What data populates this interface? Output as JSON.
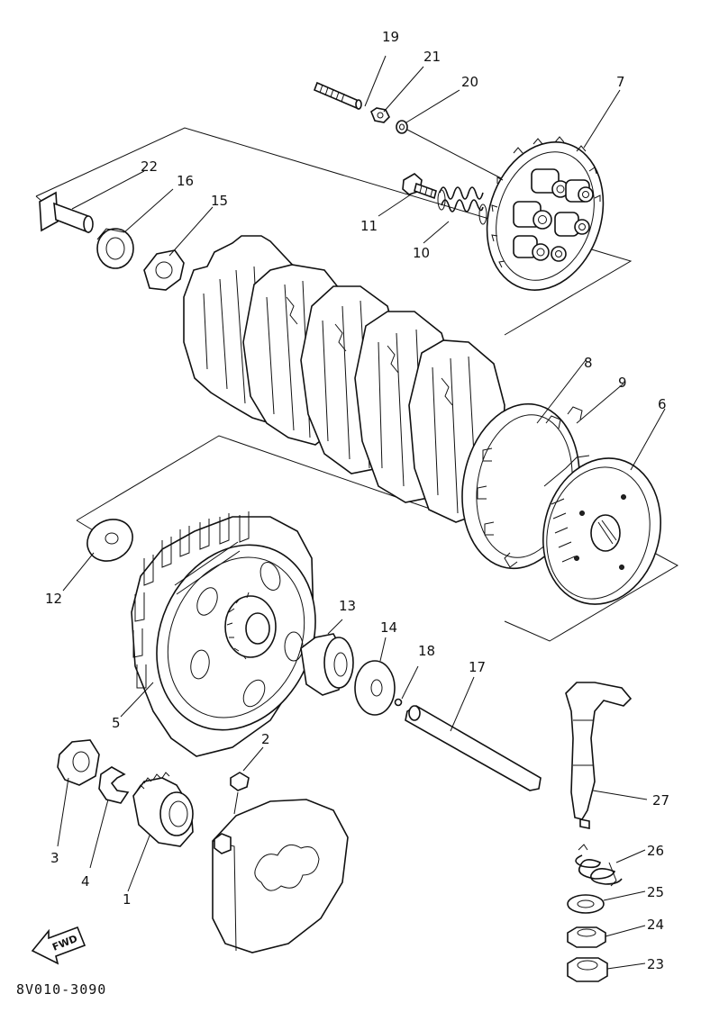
{
  "diagram": {
    "drawing_code": "8V010-3090",
    "direction_label": "FWD",
    "callouts": [
      {
        "id": "c1",
        "label": "1"
      },
      {
        "id": "c2",
        "label": "2"
      },
      {
        "id": "c3",
        "label": "3"
      },
      {
        "id": "c4",
        "label": "4"
      },
      {
        "id": "c5",
        "label": "5"
      },
      {
        "id": "c6",
        "label": "6"
      },
      {
        "id": "c7",
        "label": "7"
      },
      {
        "id": "c8",
        "label": "8"
      },
      {
        "id": "c9",
        "label": "9"
      },
      {
        "id": "c10",
        "label": "10"
      },
      {
        "id": "c11",
        "label": "11"
      },
      {
        "id": "c12",
        "label": "12"
      },
      {
        "id": "c13",
        "label": "13"
      },
      {
        "id": "c14",
        "label": "14"
      },
      {
        "id": "c15",
        "label": "15"
      },
      {
        "id": "c16",
        "label": "16"
      },
      {
        "id": "c17",
        "label": "17"
      },
      {
        "id": "c18",
        "label": "18"
      },
      {
        "id": "c19",
        "label": "19"
      },
      {
        "id": "c20",
        "label": "20"
      },
      {
        "id": "c21",
        "label": "21"
      },
      {
        "id": "c22",
        "label": "22"
      },
      {
        "id": "c23",
        "label": "23"
      },
      {
        "id": "c24",
        "label": "24"
      },
      {
        "id": "c25",
        "label": "25"
      },
      {
        "id": "c26",
        "label": "26"
      },
      {
        "id": "c27",
        "label": "27"
      }
    ]
  }
}
